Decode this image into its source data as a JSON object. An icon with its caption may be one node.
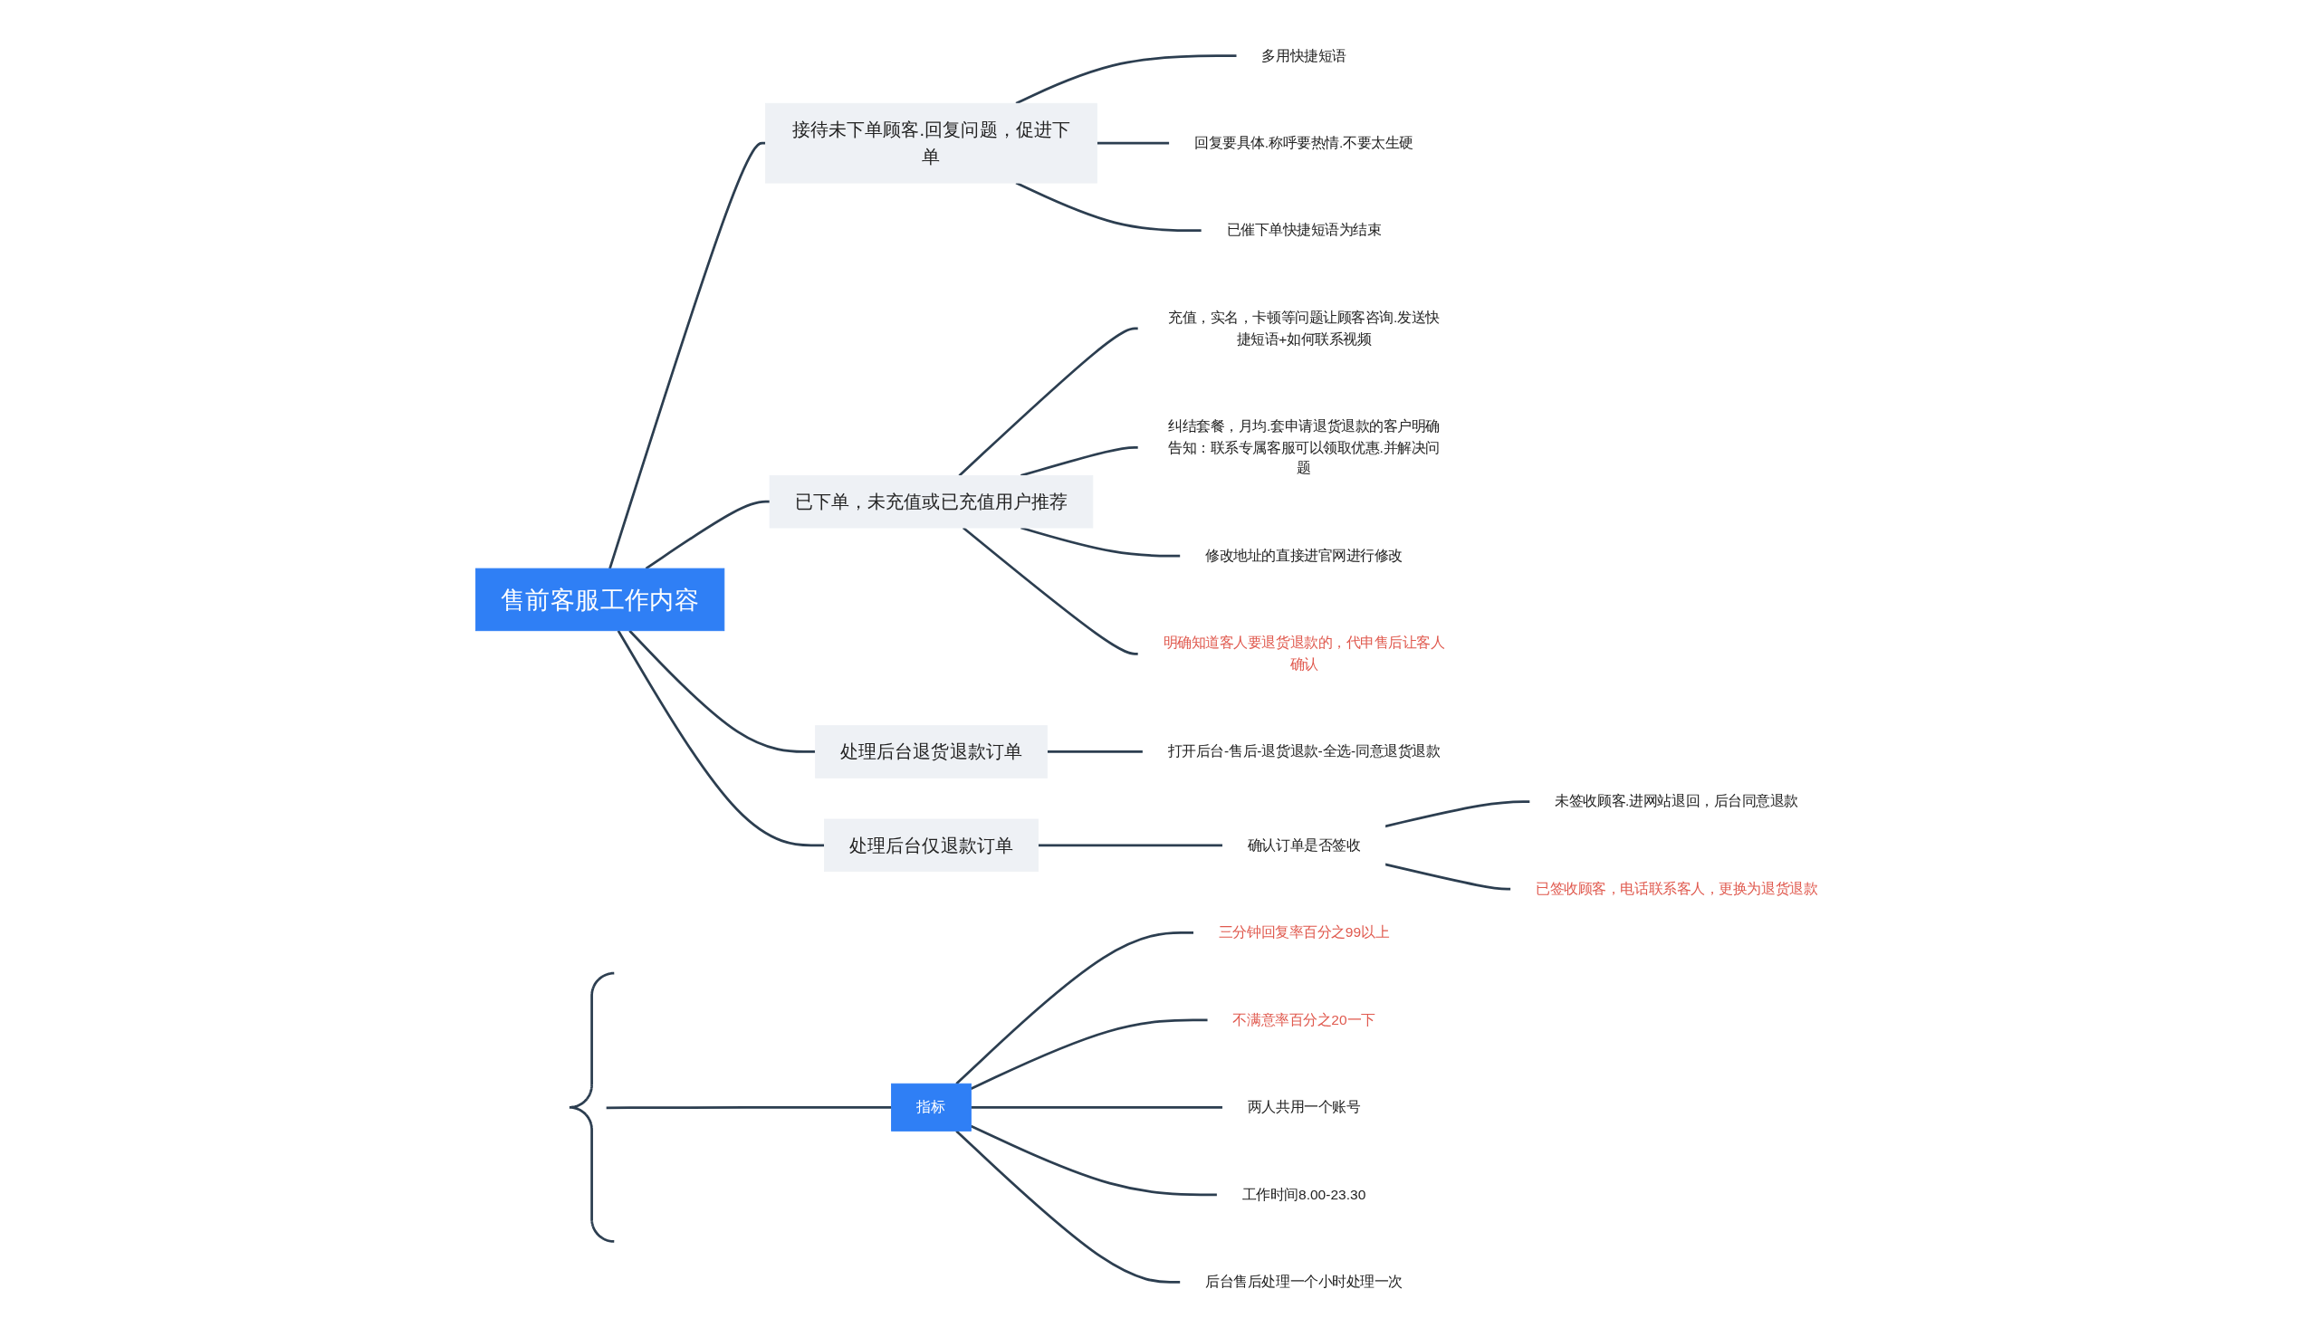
{
  "diagram": {
    "nodes": [
      {
        "text": [
          "售前客服工作内容"
        ]
      },
      {
        "text": [
          "接待未下单顾客.回复问题，促进下单"
        ]
      },
      {
        "text": [
          "多用快捷短语"
        ]
      },
      {
        "text": [
          "回复要具体.称呼要热情.不要太生硬"
        ]
      },
      {
        "text": [
          "已催下单快捷短语为结束"
        ]
      },
      {
        "text": [
          "已下单，未充值或已充值用户推荐"
        ]
      },
      {
        "text": [
          "充值，实名，卡顿等问题让顾客咨询.发送快捷短语+如何联系视频"
        ]
      },
      {
        "text": [
          "纠结套餐，月均.套申请退货退款的客户明确告知：联系专属客服可以领取优惠.并解决问题"
        ]
      },
      {
        "text": [
          "修改地址的直接进官网进行修改"
        ]
      },
      {
        "text": [
          "明确知道客人要退货退款的，代申售后让客人确认"
        ]
      },
      {
        "text": [
          "处理后台退货退款订单"
        ]
      },
      {
        "text": [
          "打开后台-售后-退货退款-全选-同意退货退款"
        ]
      },
      {
        "text": [
          "处理后台仅退款订单"
        ]
      },
      {
        "text": [
          "确认订单是否签收"
        ]
      },
      {
        "text": [
          "未签收顾客.进网站退回，后台同意退款"
        ]
      },
      {
        "text": [
          "已签收顾客，电话联系客人，更换为退货退款"
        ]
      },
      {
        "text": [],
        "shape": "bracket"
      },
      {
        "text": [
          "指标"
        ]
      },
      {
        "text": [
          "三分钟回复率百分之99以上"
        ]
      },
      {
        "text": [
          "不满意率百分之20一下"
        ]
      },
      {
        "text": [
          "两人共用一个账号"
        ]
      },
      {
        "text": [
          "工作时间8.00-23.30"
        ]
      },
      {
        "text": [
          "后台售后处理一个小时处理一次"
        ]
      }
    ],
    "edges": [
      {
        "from": 0,
        "to": 1,
        "arrow": "none"
      },
      {
        "from": 1,
        "to": 2,
        "arrow": "none"
      },
      {
        "from": 1,
        "to": 3,
        "arrow": "none"
      },
      {
        "from": 1,
        "to": 4,
        "arrow": "none"
      },
      {
        "from": 0,
        "to": 5,
        "arrow": "none"
      },
      {
        "from": 5,
        "to": 6,
        "arrow": "none"
      },
      {
        "from": 5,
        "to": 7,
        "arrow": "none"
      },
      {
        "from": 5,
        "to": 8,
        "arrow": "none"
      },
      {
        "from": 5,
        "to": 9,
        "arrow": "none"
      },
      {
        "from": 0,
        "to": 10,
        "arrow": "none"
      },
      {
        "from": 10,
        "to": 11,
        "arrow": "none"
      },
      {
        "from": 0,
        "to": 12,
        "arrow": "none"
      },
      {
        "from": 12,
        "to": 13,
        "arrow": "none"
      },
      {
        "from": 13,
        "to": 14,
        "arrow": "none"
      },
      {
        "from": 13,
        "to": 15,
        "arrow": "none"
      },
      {
        "from": 16,
        "to": 17,
        "arrow": "none"
      },
      {
        "from": 17,
        "to": 18,
        "arrow": "none"
      },
      {
        "from": 17,
        "to": 19,
        "arrow": "none"
      },
      {
        "from": 17,
        "to": 20,
        "arrow": "none"
      },
      {
        "from": 17,
        "to": 21,
        "arrow": "none"
      },
      {
        "from": 17,
        "to": 22,
        "arrow": "none"
      }
    ]
  }
}
